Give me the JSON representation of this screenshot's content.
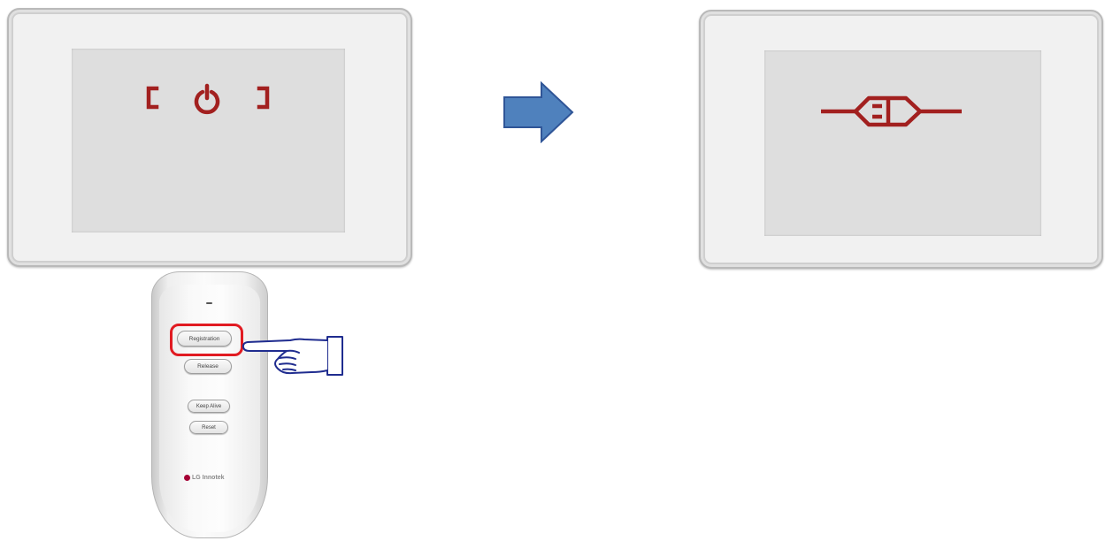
{
  "colors": {
    "symbol_red": "#a2201f",
    "arrow_blue": "#4f81bd",
    "arrow_outline": "#2f5597",
    "highlight_red": "#e11b22",
    "hand_outline": "#1f2c8f",
    "screen_gray": "#dedede"
  },
  "left_panel": {
    "icon": "power-standby-icon"
  },
  "transition": {
    "icon": "right-arrow-icon"
  },
  "right_panel": {
    "icon": "connected-link-icon"
  },
  "remote": {
    "buttons": {
      "registration": "Registration",
      "release": "Release",
      "keep_alive": "Keep Alive",
      "reset": "Reset"
    },
    "brand": "LG Innotek"
  },
  "pointer": {
    "icon": "pointing-hand-icon"
  }
}
